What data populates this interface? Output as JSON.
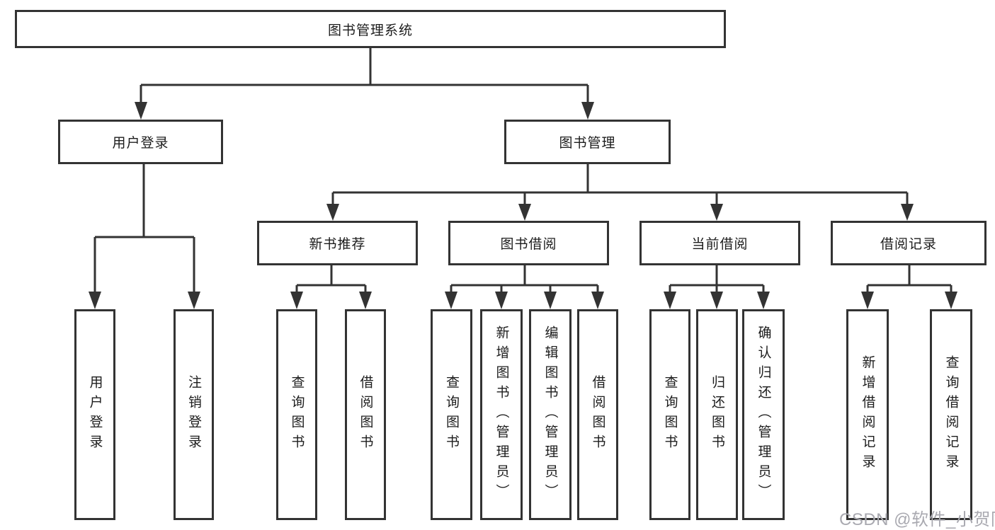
{
  "diagram": {
    "root": {
      "label": "图书管理系统",
      "children": [
        {
          "label": "用户登录",
          "children": [
            {
              "label": "用户登录"
            },
            {
              "label": "注销登录"
            }
          ]
        },
        {
          "label": "图书管理",
          "children": [
            {
              "label": "新书推荐",
              "children": [
                {
                  "label": "查询图书"
                },
                {
                  "label": "借阅图书"
                }
              ]
            },
            {
              "label": "图书借阅",
              "children": [
                {
                  "label": "查询图书"
                },
                {
                  "label": "新增图书（管理员）"
                },
                {
                  "label": "编辑图书（管理员）"
                },
                {
                  "label": "借阅图书"
                }
              ]
            },
            {
              "label": "当前借阅",
              "children": [
                {
                  "label": "查询图书"
                },
                {
                  "label": "归还图书"
                },
                {
                  "label": "确认归还（管理员）"
                }
              ]
            },
            {
              "label": "借阅记录",
              "children": [
                {
                  "label": "新增借阅记录"
                },
                {
                  "label": "查询借阅记录"
                }
              ]
            }
          ]
        }
      ]
    },
    "line_color": "#333333",
    "box_fill": "#ffffff",
    "text_color": "#1c1c1c"
  },
  "watermark": {
    "text": "CSDN @软件_小贺同学"
  }
}
